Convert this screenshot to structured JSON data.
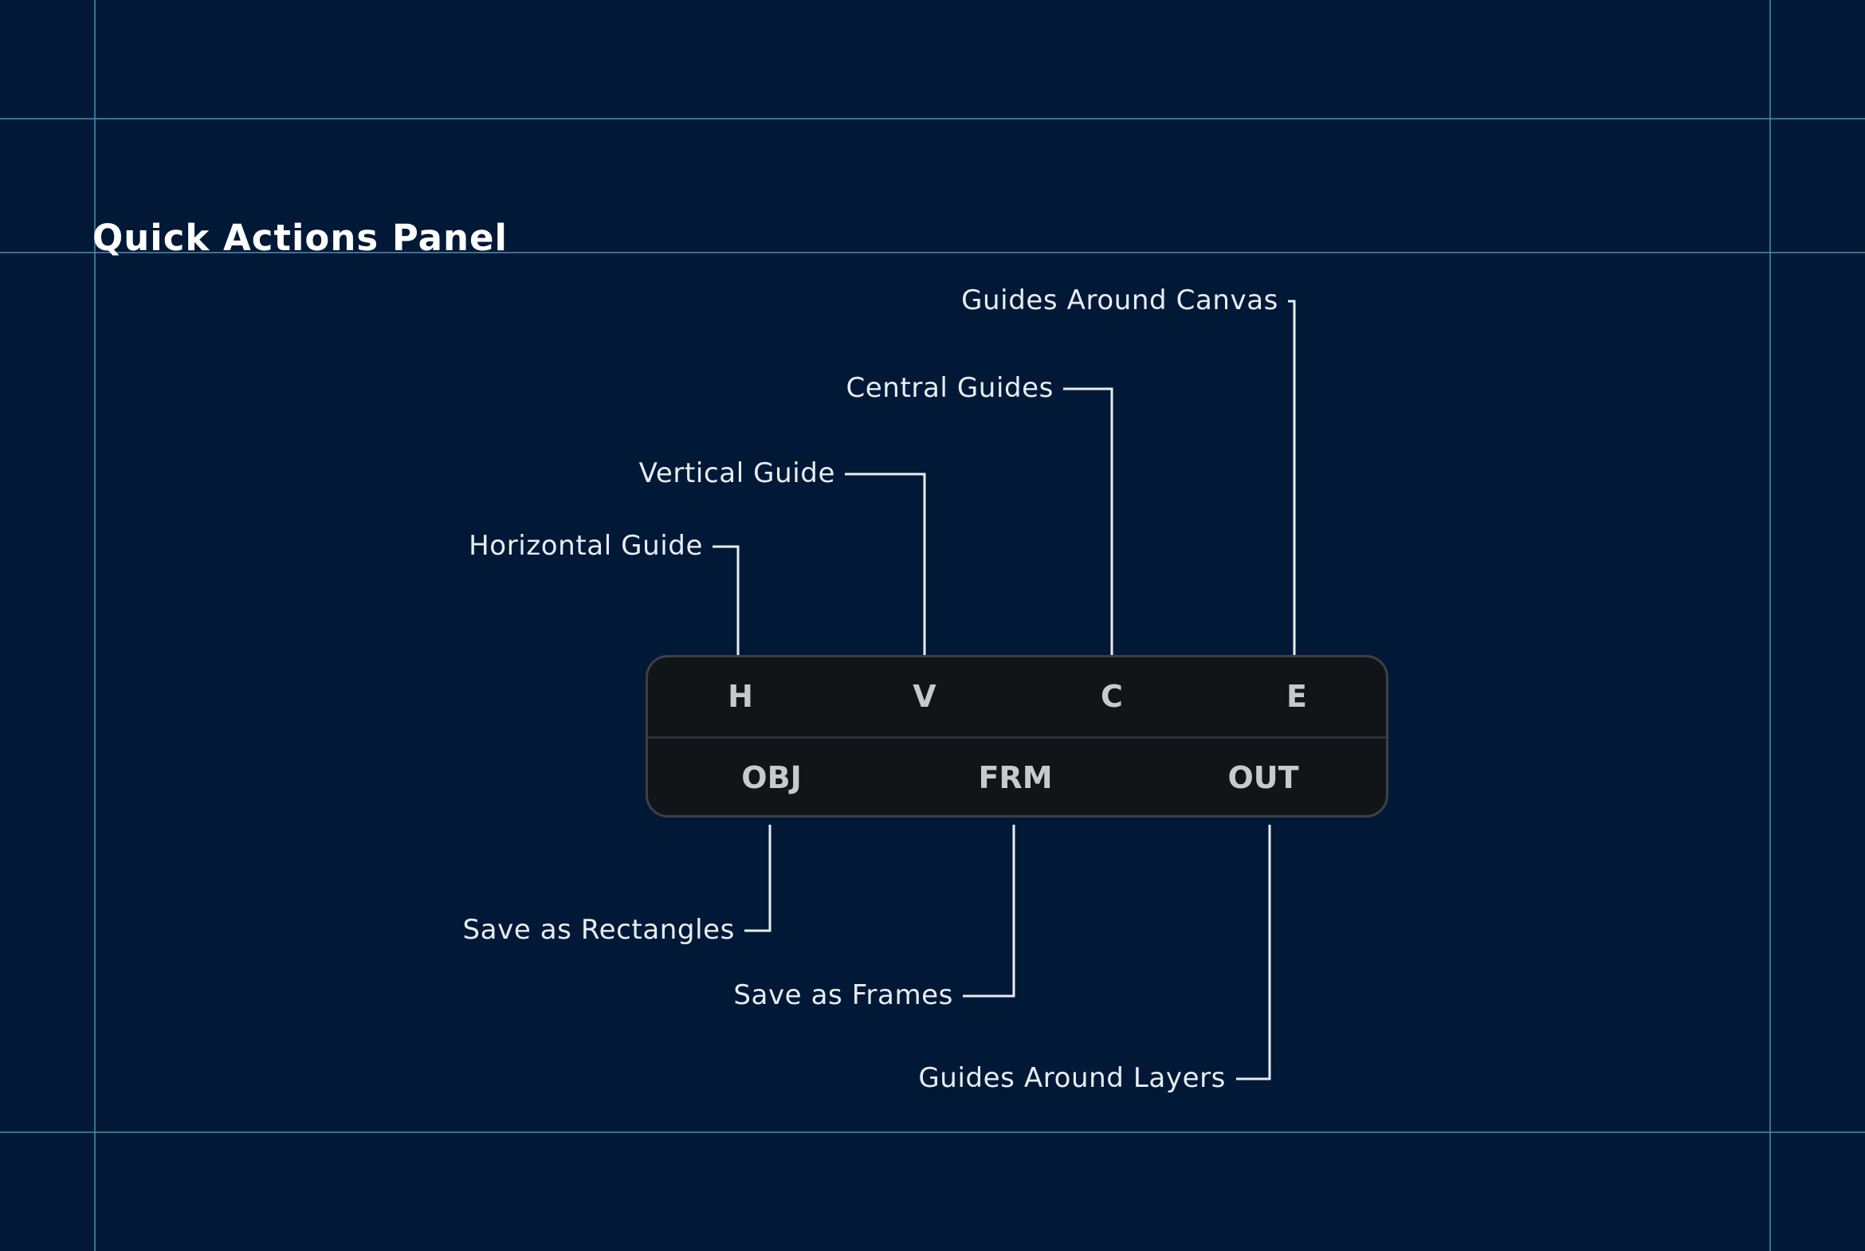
{
  "title": "Quick Actions Panel",
  "colors": {
    "background": "#011937",
    "guide_lines": "#4d8fb3",
    "panel_background": "#121518",
    "panel_border": "#3c4045",
    "button_text": "#c7cacd",
    "label_text": "#e8edf2"
  },
  "panel": {
    "top_row": [
      {
        "key": "H",
        "action": "Horizontal Guide"
      },
      {
        "key": "V",
        "action": "Vertical Guide"
      },
      {
        "key": "C",
        "action": "Central Guides"
      },
      {
        "key": "E",
        "action": "Guides Around Canvas"
      }
    ],
    "bottom_row": [
      {
        "key": "OBJ",
        "action": "Save as Rectangles"
      },
      {
        "key": "FRM",
        "action": "Save as Frames"
      },
      {
        "key": "OUT",
        "action": "Guides Around Layers"
      }
    ]
  }
}
